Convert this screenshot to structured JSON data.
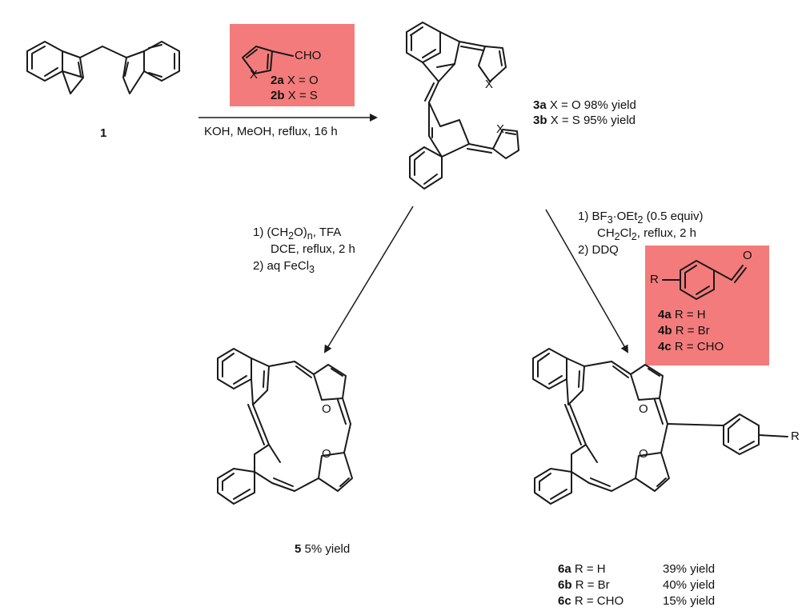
{
  "compounds": {
    "c1": "1",
    "c2a": {
      "id": "2a",
      "text": "X = O"
    },
    "c2b": {
      "id": "2b",
      "text": "X = S"
    },
    "c3a": {
      "id": "3a",
      "text": "X = O  98% yield"
    },
    "c3b": {
      "id": "3b",
      "text": "X = S  95% yield"
    },
    "c4a": {
      "id": "4a",
      "text": "R = H"
    },
    "c4b": {
      "id": "4b",
      "text": "R = Br"
    },
    "c4c": {
      "id": "4c",
      "text": "R = CHO"
    },
    "c5": {
      "id": "5",
      "text": "5% yield"
    },
    "c6a": {
      "id": "6a",
      "r": "R = H",
      "yield": "39% yield"
    },
    "c6b": {
      "id": "6b",
      "r": "R = Br",
      "yield": "40% yield"
    },
    "c6c": {
      "id": "6c",
      "r": "R = CHO",
      "yield": "15% yield"
    }
  },
  "conditions": {
    "step1": "KOH, MeOH, reflux, 16 h",
    "left_1": "1) (CH",
    "left_1_sub": "2",
    "left_1_end": "O)",
    "left_1_n": "n",
    "left_1_tail": ", TFA",
    "left_2": "DCE, reflux, 2 h",
    "left_3": "2) aq FeCl",
    "left_3_sub": "3",
    "right_1": "1) BF",
    "right_1_sub": "3",
    "right_1_mid": "·OEt",
    "right_1_sub2": "2",
    "right_1_tail": " (0.5 equiv)",
    "right_2": "CH",
    "right_2_sub": "2",
    "right_2_mid": "Cl",
    "right_2_sub2": "2",
    "right_2_tail": ", reflux, 2 h",
    "right_3": "2) DDQ"
  },
  "atoms": {
    "cho": "CHO",
    "x": "X",
    "o": "O",
    "r": "R"
  },
  "colors": {
    "highlight": "#f47b7b",
    "ink": "#1a1a1a"
  }
}
